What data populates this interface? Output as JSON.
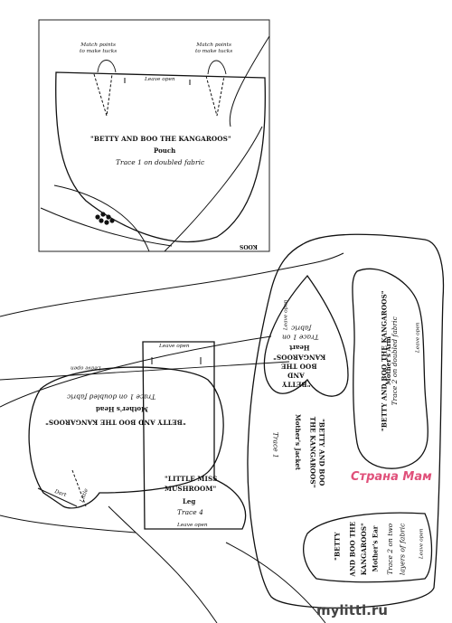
{
  "pouch": {
    "match_points_left": "Match points\nto make tucks",
    "match_points_right": "Match points\nto make tucks",
    "leave_open": "Leave open",
    "title": "\"BETTY AND BOO THE KANGAROOS\"",
    "piece": "Pouch",
    "instruction": "Trace 1 on doubled fabric",
    "edge_text": "KOOS"
  },
  "mothers_head": {
    "title": "\"BETTY AND BOO THE KANGAROOS\"",
    "piece": "Mother's Head",
    "instruction": "Trace 1 on doubled fabric",
    "leave_open": "Leave open",
    "dart": "Dart",
    "little": "Little"
  },
  "leg": {
    "leave_open_top": "Leave open",
    "title_line1": "\"LITTLE MISS",
    "title_line2": "MUSHROOM\"",
    "piece": "Leg",
    "instruction": "Trace 4",
    "leave_open_bottom": "Leave open"
  },
  "heart": {
    "title_line1": "\"BETTY",
    "title_line2": "AND",
    "title_line3": "BOO THE",
    "title_line4": "KANGAROOS\"",
    "piece": "Heart",
    "instruction_line1": "Trace 1 on",
    "instruction_line2": "fabric",
    "leave_open": "Leave open"
  },
  "mothers_jacket": {
    "title_line1": "\"BETTY AND BOO",
    "title_line2": "THE KANGAROOS\"",
    "piece": "Mother's Jacket",
    "instruction": "Trace 1"
  },
  "mothers_arm": {
    "title": "\"BETTY AND BOO THE KANGAROOS\"",
    "piece": "Mother's Arm",
    "instruction": "Trace 2 on doubled fabric",
    "leave_open": "Leave open"
  },
  "mothers_ear": {
    "title_line1": "\"BETTY",
    "title_line2": "AND BOO THE",
    "title_line3": "KANGAROOS\"",
    "piece": "Mother's Ear",
    "instruction_line1": "Trace 2 on two",
    "instruction_line2": "layers of fabric",
    "leave_open": "Leave open"
  },
  "watermark": {
    "site": "Страна Мам",
    "url_partial": "mylitti.ru"
  }
}
